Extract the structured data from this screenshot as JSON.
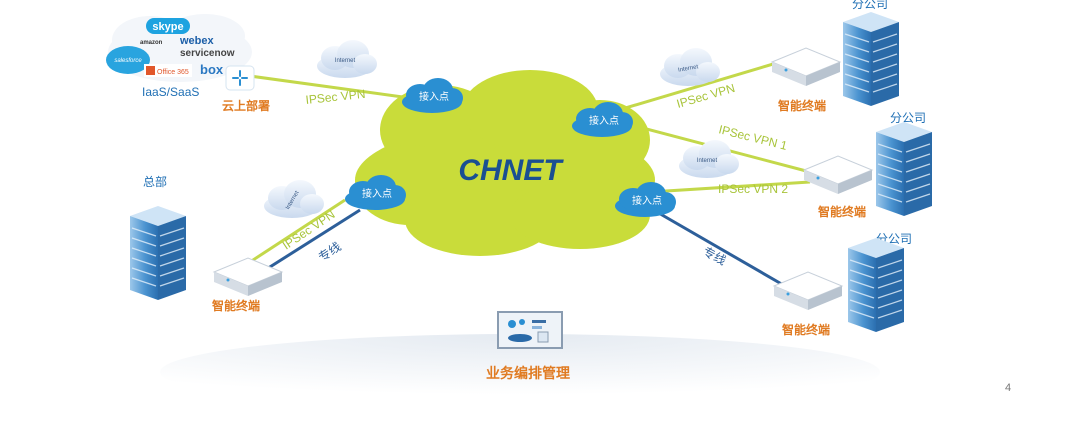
{
  "core": {
    "name": "CHNET"
  },
  "access_point": "接入点",
  "internet": "Internet",
  "cloud_apps": {
    "brands": [
      "skype",
      "amazon",
      "webex",
      "servicenow",
      "salesforce",
      "Office 365",
      "box"
    ],
    "caption": "IaaS/SaaS",
    "deploy_label": "云上部署"
  },
  "links": {
    "ipsec_vpn": "IPSec VPN",
    "ipsec_vpn_1": "IPSec VPN 1",
    "ipsec_vpn_2": "IPSec VPN 2",
    "dedicated": "专线"
  },
  "hq": {
    "label": "总部",
    "terminal": "智能终端"
  },
  "branches": [
    {
      "label": "分公司",
      "terminal": "智能终端"
    },
    {
      "label": "分公司",
      "terminal": "智能终端"
    },
    {
      "label": "分公司",
      "terminal": "智能终端"
    }
  ],
  "orchestration": {
    "label": "业务编排管理"
  },
  "page_number": "4",
  "colors": {
    "core_cloud": "#c9dc3a",
    "access_cloud": "#2a8fd2",
    "vpn_line": "#c3d84a",
    "dedicated_line": "#2d5f9a",
    "label_orange": "#e07b22",
    "label_blue": "#1f6fb4"
  }
}
